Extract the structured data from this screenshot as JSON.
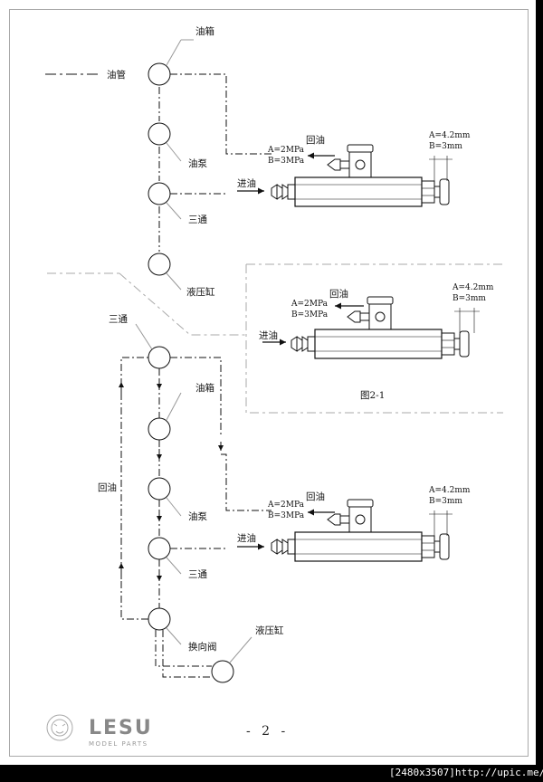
{
  "labels": {
    "oil_tank": "油箱",
    "oil_pipe": "油管",
    "oil_pump": "油泵",
    "tee": "三通",
    "hydraulic_cylinder": "液压缸",
    "reversing_valve": "换向阀",
    "return_oil": "回油",
    "inlet_oil": "进油"
  },
  "valve": {
    "a_pressure": "A=2MPa",
    "b_pressure": "B=3MPa",
    "a_dim": "A=4.2mm",
    "b_dim": "B=3mm"
  },
  "figure_caption": "图2-1",
  "page_number": "- 2 -",
  "brand": {
    "name": "LESU",
    "subtitle": "MODEL PARTS"
  },
  "footer_url": "[2480x3507]http://upic.me/"
}
